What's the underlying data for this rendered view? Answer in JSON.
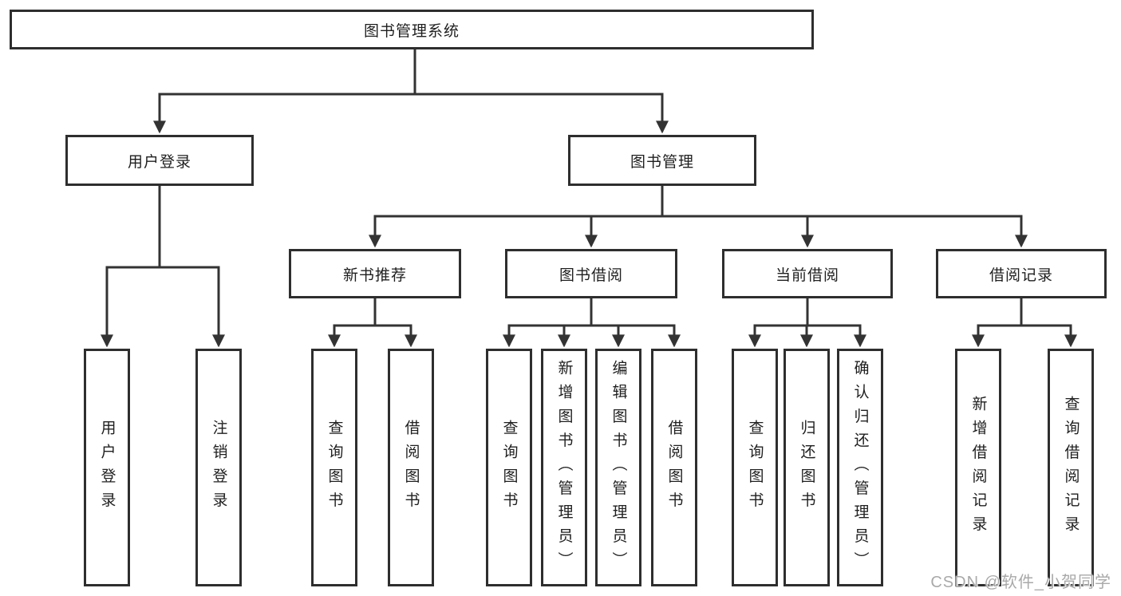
{
  "page": {
    "background": "#ffffff",
    "watermark": "CSDN @软件_小贺同学"
  },
  "diagram": {
    "type": "tree-diagram",
    "colors": {
      "line": "#333333",
      "box_border": "#2e2e2e",
      "text": "#1f1f1f",
      "watermark": "#a9a9a9"
    },
    "root": {
      "label": "图书管理系统"
    },
    "level2": [
      {
        "label": "用户登录"
      },
      {
        "label": "图书管理"
      }
    ],
    "level3": [
      {
        "label": "新书推荐",
        "parent": "图书管理"
      },
      {
        "label": "图书借阅",
        "parent": "图书管理"
      },
      {
        "label": "当前借阅",
        "parent": "图书管理"
      },
      {
        "label": "借阅记录",
        "parent": "图书管理"
      }
    ],
    "leaves": [
      {
        "label": "用户登录",
        "parent": "用户登录"
      },
      {
        "label": "注销登录",
        "parent": "用户登录"
      },
      {
        "label": "查询图书",
        "parent": "新书推荐"
      },
      {
        "label": "借阅图书",
        "parent": "新书推荐"
      },
      {
        "label": "查询图书",
        "parent": "图书借阅"
      },
      {
        "label": "新增图书（管理员）",
        "parent": "图书借阅"
      },
      {
        "label": "编辑图书（管理员）",
        "parent": "图书借阅"
      },
      {
        "label": "借阅图书",
        "parent": "图书借阅"
      },
      {
        "label": "查询图书",
        "parent": "当前借阅"
      },
      {
        "label": "归还图书",
        "parent": "当前借阅"
      },
      {
        "label": "确认归还（管理员）",
        "parent": "当前借阅"
      },
      {
        "label": "新增借阅记录",
        "parent": "借阅记录"
      },
      {
        "label": "查询借阅记录",
        "parent": "借阅记录"
      }
    ]
  }
}
